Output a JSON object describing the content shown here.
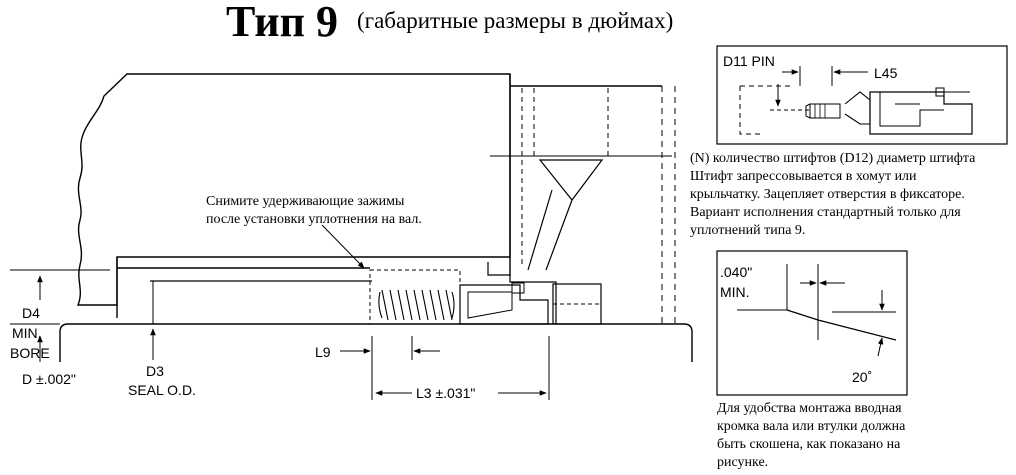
{
  "title": {
    "main": "Тип 9",
    "sub": "(габаритные размеры в дюймах)"
  },
  "main_drawing": {
    "callout": [
      "Снимите удерживающие зажимы",
      "после установки уплотнения на вал."
    ],
    "labels": {
      "d4": "D4",
      "min": "MIN.",
      "bore": "BORE",
      "d_tol": "D ±.002\"",
      "d3": "D3",
      "seal_od": "SEAL O.D.",
      "l9": "L9",
      "l3": "L3 ±.031\""
    }
  },
  "pin_detail": {
    "d11": "D11 PIN",
    "l45": "L45",
    "note": [
      "(N) количество штифтов (D12) диаметр штифта",
      "Штифт запрессовывается в хомут или",
      "крыльчатку. Зацепляет отверстия в фиксаторе.",
      "Вариант исполнения стандартный только для",
      "уплотнений типа 9."
    ]
  },
  "chamfer_detail": {
    "dim": ".040\"",
    "min": "MIN.",
    "angle": "20˚",
    "note": [
      "Для удобства монтажа вводная",
      "кромка вала или втулки должна",
      "быть скошена, как показано на",
      "рисунке."
    ]
  }
}
